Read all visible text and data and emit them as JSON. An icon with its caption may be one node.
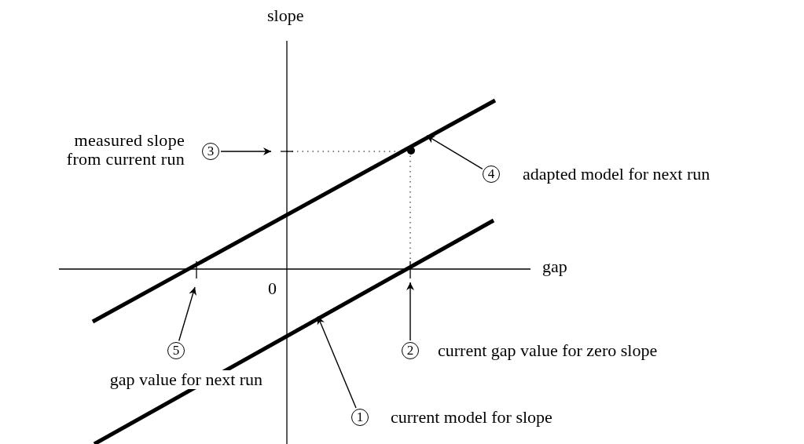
{
  "diagram": {
    "nodes": [
      {
        "text": [
          "3"
        ],
        "beside": [
          "measured slope from current run"
        ]
      },
      {
        "text": [
          "4"
        ],
        "beside": [
          "adapted model for next run"
        ]
      },
      {
        "text": [
          "5"
        ],
        "beside": [
          "gap value for next run"
        ]
      },
      {
        "text": [
          "2"
        ],
        "beside": [
          "current gap value for zero slope"
        ]
      },
      {
        "text": [
          "1"
        ],
        "beside": [
          "current model for slope"
        ]
      }
    ],
    "edges": [
      {
        "from": 0,
        "to": null,
        "arrow": "to"
      },
      {
        "from": 1,
        "to": null,
        "arrow": "to"
      },
      {
        "from": 2,
        "to": null,
        "arrow": "to"
      },
      {
        "from": 3,
        "to": null,
        "arrow": "to"
      },
      {
        "from": 4,
        "to": null,
        "arrow": "to"
      }
    ],
    "labels": [
      "slope",
      "gap",
      "0"
    ]
  }
}
